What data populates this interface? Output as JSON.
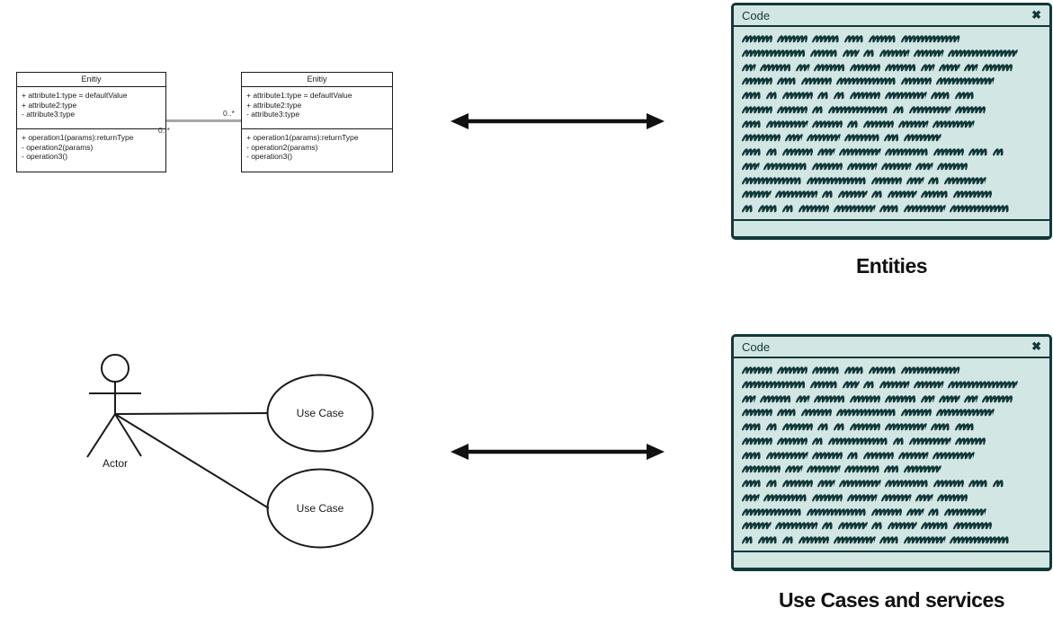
{
  "class_diagram": {
    "classes": [
      {
        "title": "Enitiy",
        "attributes": [
          "+ attribute1:type = defaultValue",
          "+ attribute2:type",
          "- attribute3:type"
        ],
        "operations": [
          "+ operation1(params):returnType",
          "- operation2(params)",
          "- operation3()"
        ]
      },
      {
        "title": "Enitiy",
        "attributes": [
          "+ attribute1:type = defaultValue",
          "+ attribute2:type",
          "- attribute3:type"
        ],
        "operations": [
          "+ operation1(params):returnType",
          "- operation2(params)",
          "- operation3()"
        ]
      }
    ],
    "association": {
      "source_multiplicity": "0..*",
      "target_multiplicity": "0..*"
    }
  },
  "use_case_diagram": {
    "actor_label": "Actor",
    "use_cases": [
      "Use Case",
      "Use Case"
    ]
  },
  "code_windows": [
    {
      "title": "Code",
      "close_glyph": "✖",
      "caption": "Entities"
    },
    {
      "title": "Code",
      "close_glyph": "✖",
      "caption": "Use Cases and services"
    }
  ],
  "colors": {
    "window_bg": "#d2e6e4",
    "ink": "#12383a",
    "association_gray": "#a6a6a6",
    "diagram_black": "#111111"
  },
  "scribble": {
    "lines": [
      [
        33,
        33,
        30,
        21,
        30,
        64
      ],
      [
        70,
        30,
        17,
        12,
        32,
        32,
        76
      ],
      [
        14,
        34,
        14,
        34,
        33,
        34,
        14,
        22,
        14,
        33
      ],
      [
        33,
        21,
        33,
        66,
        33,
        63
      ],
      [
        21,
        12,
        33,
        12,
        12,
        33,
        45,
        21,
        21
      ],
      [
        33,
        33,
        12,
        66,
        12,
        45,
        33
      ],
      [
        21,
        45,
        33,
        12,
        33,
        32,
        45
      ],
      [
        42,
        18,
        36,
        38,
        16,
        40
      ],
      [
        21,
        12,
        33,
        18,
        45,
        48,
        33,
        21,
        12
      ],
      [
        18,
        48,
        33,
        32,
        32,
        18,
        33
      ],
      [
        66,
        66,
        33,
        18,
        12,
        45
      ],
      [
        31,
        46,
        12,
        31,
        12,
        31,
        30,
        42
      ],
      [
        12,
        21,
        12,
        33,
        45,
        21,
        45,
        66
      ]
    ]
  }
}
